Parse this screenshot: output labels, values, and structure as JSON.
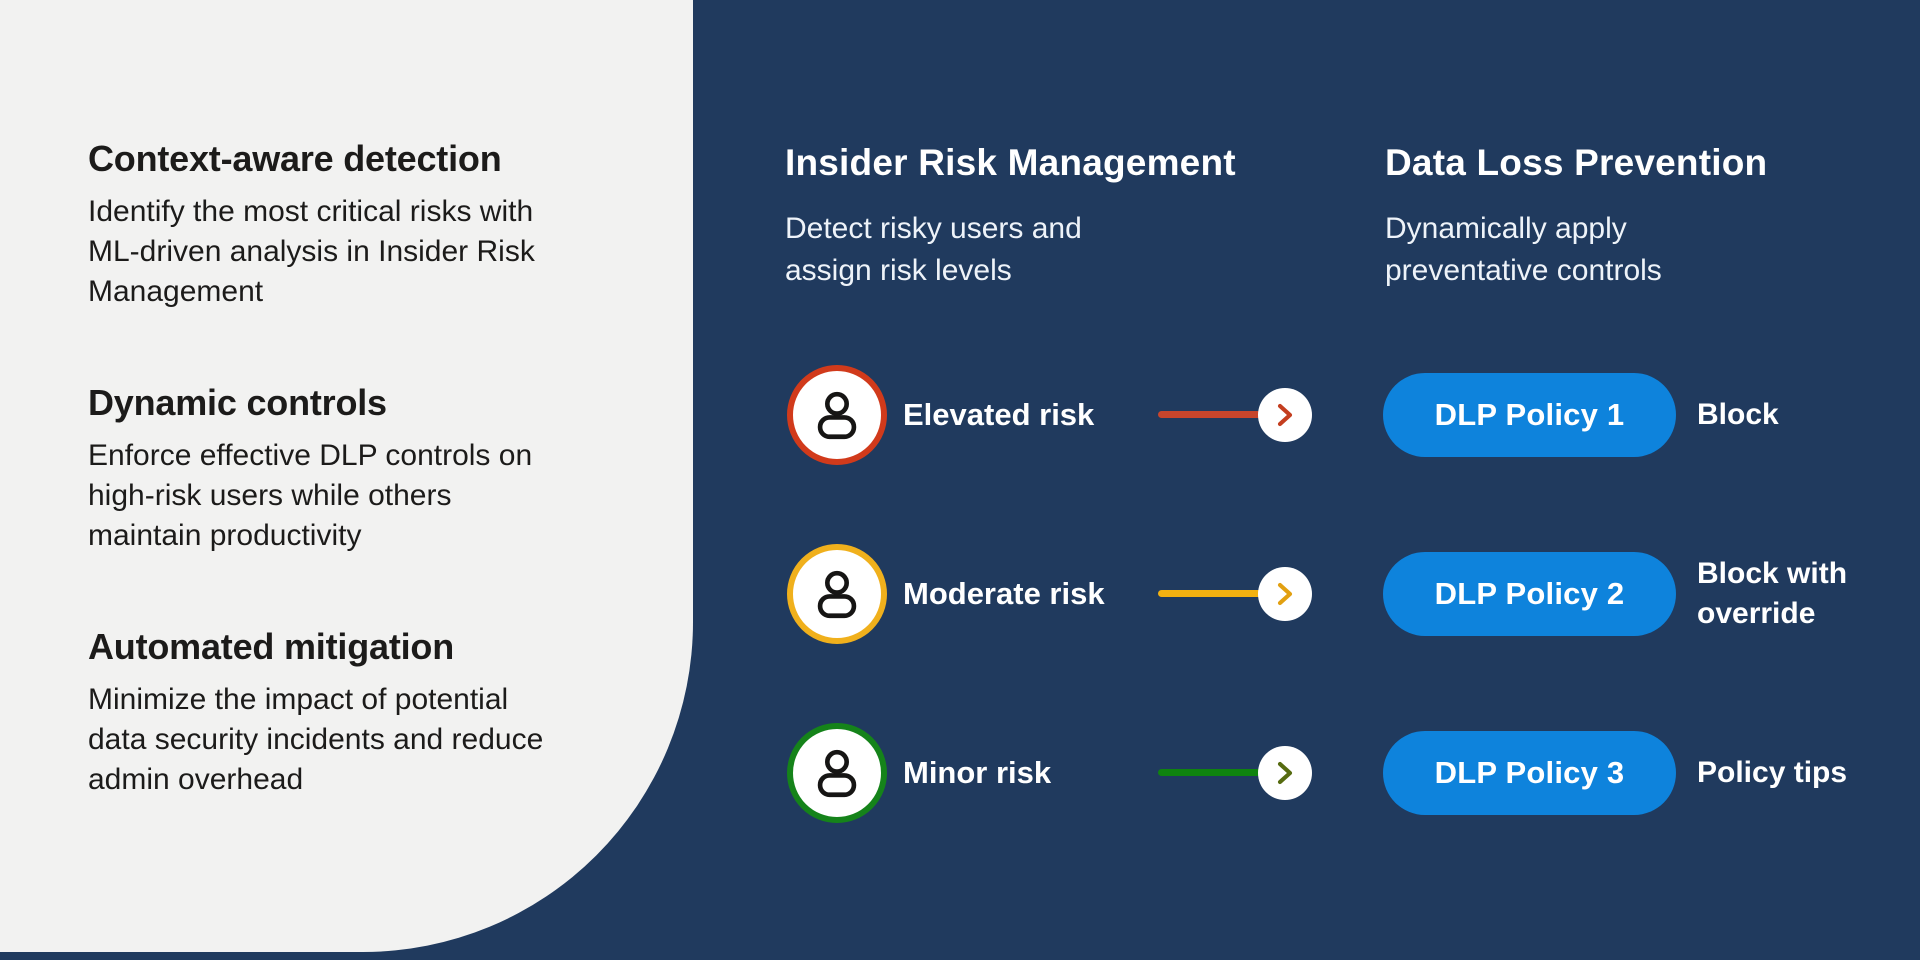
{
  "colors": {
    "background_navy": "#203a5e",
    "panel_light": "#f2f2f1",
    "pill_blue": "#0e83dc",
    "text_dark": "#1c1b1a",
    "text_light": "#ffffff",
    "subtitle_light": "#eef3f9",
    "avatar_fill": "#ffffff",
    "person_glyph": "#161514",
    "chevron_circle_fill": "#ffffff"
  },
  "left_panel": {
    "features": [
      {
        "title": "Context-aware detection",
        "lines": [
          "Identify the most critical risks with",
          "ML-driven analysis in Insider Risk",
          "Management"
        ]
      },
      {
        "title": "Dynamic controls",
        "lines": [
          "Enforce effective DLP controls on",
          "high-risk users while others",
          "maintain productivity"
        ]
      },
      {
        "title": "Automated mitigation",
        "lines": [
          "Minimize the impact of potential",
          "data security incidents and reduce",
          "admin overhead"
        ]
      }
    ]
  },
  "columns": [
    {
      "title": "Insider Risk Management",
      "subtitle_lines": [
        "Detect risky users and",
        "assign risk levels"
      ]
    },
    {
      "title": "Data Loss Prevention",
      "subtitle_lines": [
        "Dynamically apply",
        "preventative controls"
      ]
    }
  ],
  "rows": [
    {
      "risk_label": "Elevated risk",
      "ring_color": "#d13a1b",
      "line_color": "#c8452c",
      "chevron_color": "#c43e1f",
      "policy_label": "DLP Policy 1",
      "action_lines": [
        "Block"
      ]
    },
    {
      "risk_label": "Moderate risk",
      "ring_color": "#f0b01c",
      "line_color": "#f2b111",
      "chevron_color": "#e2a011",
      "policy_label": "DLP Policy 2",
      "action_lines": [
        "Block with",
        "override"
      ]
    },
    {
      "risk_label": "Minor risk",
      "ring_color": "#15831a",
      "line_color": "#0f830f",
      "chevron_color": "#566b10",
      "policy_label": "DLP Policy 3",
      "action_lines": [
        "Policy tips"
      ]
    }
  ]
}
